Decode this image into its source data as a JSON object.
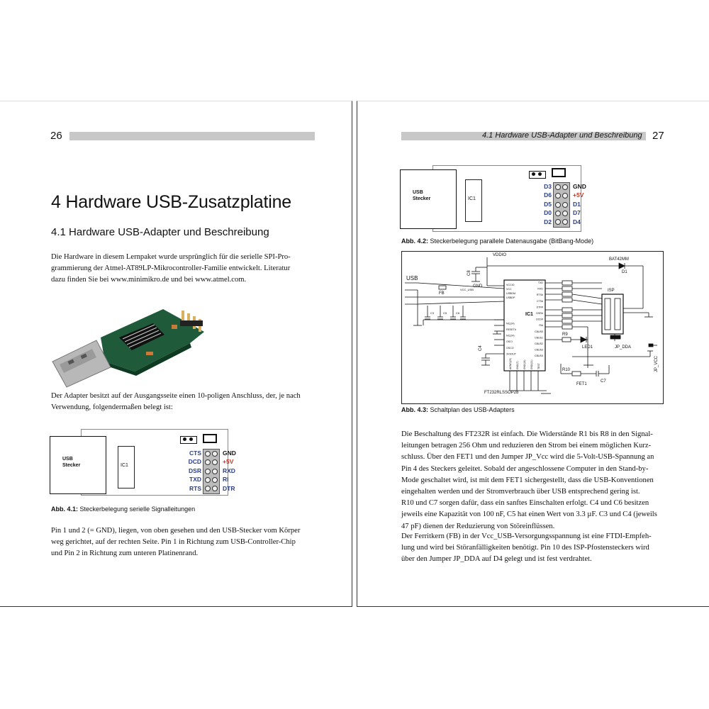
{
  "left": {
    "page_number": "26",
    "chapter_title": "4 Hardware USB-Zusatzplatine",
    "section_title": "4.1 Hardware USB-Adapter und Beschreibung",
    "intro_lines": [
      "Die Hardware in diesem Lernpaket wurde ursprünglich für die serielle SPI-Pro-",
      "grammierung der Atmel-AT89LP-Mikrocontroller-Familie entwickelt. Literatur",
      "dazu finden Sie bei www.minimikro.de und bei www.atmel.com."
    ],
    "connector_lines": [
      "Der Adapter besitzt auf der Ausgangsseite einen 10-poligen Anschluss, der, je nach",
      "Verwendung, folgendermaßen belegt ist:"
    ],
    "figure_caption_label": "Abb. 4.1:",
    "figure_caption_text": " Steckerbelegung serielle Signalleitungen",
    "pin_lines": [
      "Pin 1 und 2 (= GND), liegen, von oben gesehen und den USB-Stecker vom Körper",
      "weg gerichtet, auf der rechten Seite. Pin 1 in Richtung zum USB-Controller-Chip",
      "und Pin 2 in Richtung zum unteren Platinenrand."
    ],
    "board": {
      "usb_label": "USB\nStecker",
      "ic_label": "IC1",
      "left_pins": [
        "CTS",
        "DCD",
        "DSR",
        "TXD",
        "RTS"
      ],
      "right_pins": [
        "GND",
        "+5V",
        "RXD",
        "RI",
        "DTR"
      ]
    }
  },
  "right": {
    "page_number": "27",
    "running_head": "4.1 Hardware USB-Adapter und Beschreibung",
    "figure2_caption_label": "Abb. 4.2:",
    "figure2_caption_text": " Steckerbelegung parallele Datenausgabe (BitBang-Mode)",
    "figure3_caption_label": "Abb. 4.3:",
    "figure3_caption_text": " Schaltplan des USB-Adapters",
    "board": {
      "usb_label": "USB\nStecker",
      "ic_label": "IC1",
      "left_pins": [
        "D3",
        "D6",
        "D5",
        "D0",
        "D2"
      ],
      "right_pins": [
        "GND",
        "+5V",
        "D1",
        "D7",
        "D4"
      ]
    },
    "schematic": {
      "labels": {
        "vddio": "VDDIO",
        "bat": "BAT42MM",
        "d1": "D1",
        "c8": "C8",
        "gnd": "GND",
        "usb": "USB",
        "fb": "FB",
        "vcc_usb": "VCC_USB",
        "ic1": "IC1",
        "isp": "ISP",
        "jp_dda": "JP_DDA",
        "jp_vcc": "JP_VCC",
        "led1": "LED1",
        "r9": "R9",
        "r10": "R10",
        "fet1": "FET1",
        "c7": "C7",
        "chip": "FT232RLSSOP28",
        "c3": "C3",
        "c4": "C4",
        "c5": "C5",
        "c6": "C6"
      },
      "chip_pins_left": [
        "VCCIO",
        "VCC",
        "USBDM",
        "USBDP",
        "NC(24)",
        "RESET#",
        "NC(24)",
        "OSCI",
        "OSCO",
        "3V3OUT"
      ],
      "chip_pins_right": [
        "TXD",
        "RXD",
        "RTS#",
        "CTS#",
        "DTR#",
        "DSR#",
        "DCD#",
        "RI#",
        "CBUS0",
        "CBUS1",
        "CBUS2",
        "CBUS3",
        "CBUS4"
      ],
      "chip_pins_bottom": [
        "AGND(25)",
        "GND(7)",
        "GND(18)",
        "GND(21)",
        "TEST"
      ]
    },
    "para1_lines": [
      "Die Beschaltung des FT232R ist einfach. Die Widerstände R1 bis R8 in den Signal-",
      "leitungen betragen 256 Ohm und reduzieren den Strom bei einem möglichen Kurz-",
      "schluss. Über den FET1 und den Jumper JP_Vcc wird die 5-Volt-USB-Spannung an",
      "Pin 4 des Steckers geleitet. Sobald der angeschlossene Computer in den Stand-by-",
      "Mode geschaltet wird, ist mit dem FET1 sichergestellt, dass die USB-Konventionen",
      "eingehalten werden und der Stromverbrauch über USB entsprechend gering ist.",
      "R10 und C7 sorgen dafür, dass ein sanftes Einschalten erfolgt. C4 und C6 besitzen",
      "jeweils eine Kapazität von 100 nF, C5 hat einen Wert von 3.3 µF. C3 und C4 (jeweils",
      "47 pF) dienen der Reduzierung von Störeinflüssen."
    ],
    "para2_lines": [
      "Der Ferritkern (FB) in der Vcc_USB-Versorgungsspannung ist eine FTDI-Empfeh-",
      "lung und wird bei Störanfälligkeiten benötigt. Pin 10 des ISP-Pfostensteckers wird",
      "über den Jumper JP_DDA auf D4 gelegt und ist fest verdrahtet."
    ]
  }
}
